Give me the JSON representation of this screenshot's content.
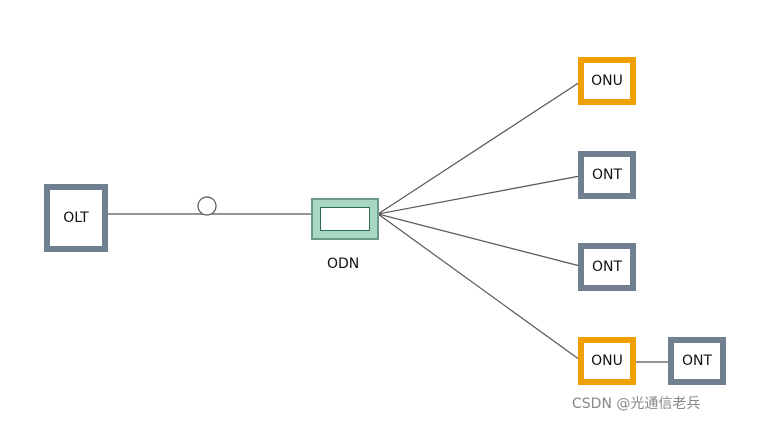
{
  "nodes": {
    "olt": "OLT",
    "odn": "ODN",
    "onu_top": "ONU",
    "ont_1": "ONT",
    "ont_2": "ONT",
    "onu_bottom": "ONU",
    "ont_bottom_right": "ONT"
  },
  "colors": {
    "gray_border": "#708090",
    "orange_border": "#f0a000",
    "odn_fill": "#a8d8c4",
    "line": "#555555"
  },
  "watermark": "CSDN @光通信老兵"
}
